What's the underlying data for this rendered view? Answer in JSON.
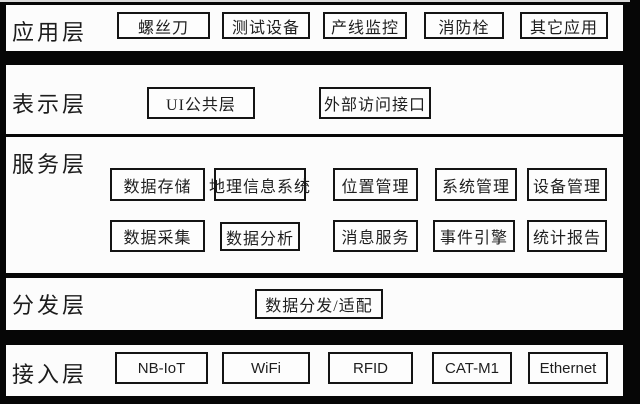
{
  "colors": {
    "background": "#000000",
    "band": "#fcfcfc",
    "box_border": "#141414",
    "text": "#1c1c1c"
  },
  "layers": [
    {
      "label": "应用层",
      "boxes": [
        {
          "label": "螺丝刀"
        },
        {
          "label": "测试设备"
        },
        {
          "label": "产线监控"
        },
        {
          "label": "消防栓"
        },
        {
          "label": "其它应用"
        }
      ]
    },
    {
      "label": "表示层",
      "boxes": [
        {
          "label": "UI公共层"
        },
        {
          "label": "外部访问接口"
        }
      ]
    },
    {
      "label": "服务层",
      "boxes": [
        {
          "label": "数据存储"
        },
        {
          "label": "地理信息系统"
        },
        {
          "label": "位置管理"
        },
        {
          "label": "系统管理"
        },
        {
          "label": "设备管理"
        },
        {
          "label": "数据采集"
        },
        {
          "label": "数据分析"
        },
        {
          "label": "消息服务"
        },
        {
          "label": "事件引擎"
        },
        {
          "label": "统计报告"
        }
      ]
    },
    {
      "label": "分发层",
      "boxes": [
        {
          "label": "数据分发/适配"
        }
      ]
    },
    {
      "label": "接入层",
      "boxes": [
        {
          "label": "NB-IoT"
        },
        {
          "label": "WiFi"
        },
        {
          "label": "RFID"
        },
        {
          "label": "CAT-M1"
        },
        {
          "label": "Ethernet"
        }
      ]
    }
  ]
}
